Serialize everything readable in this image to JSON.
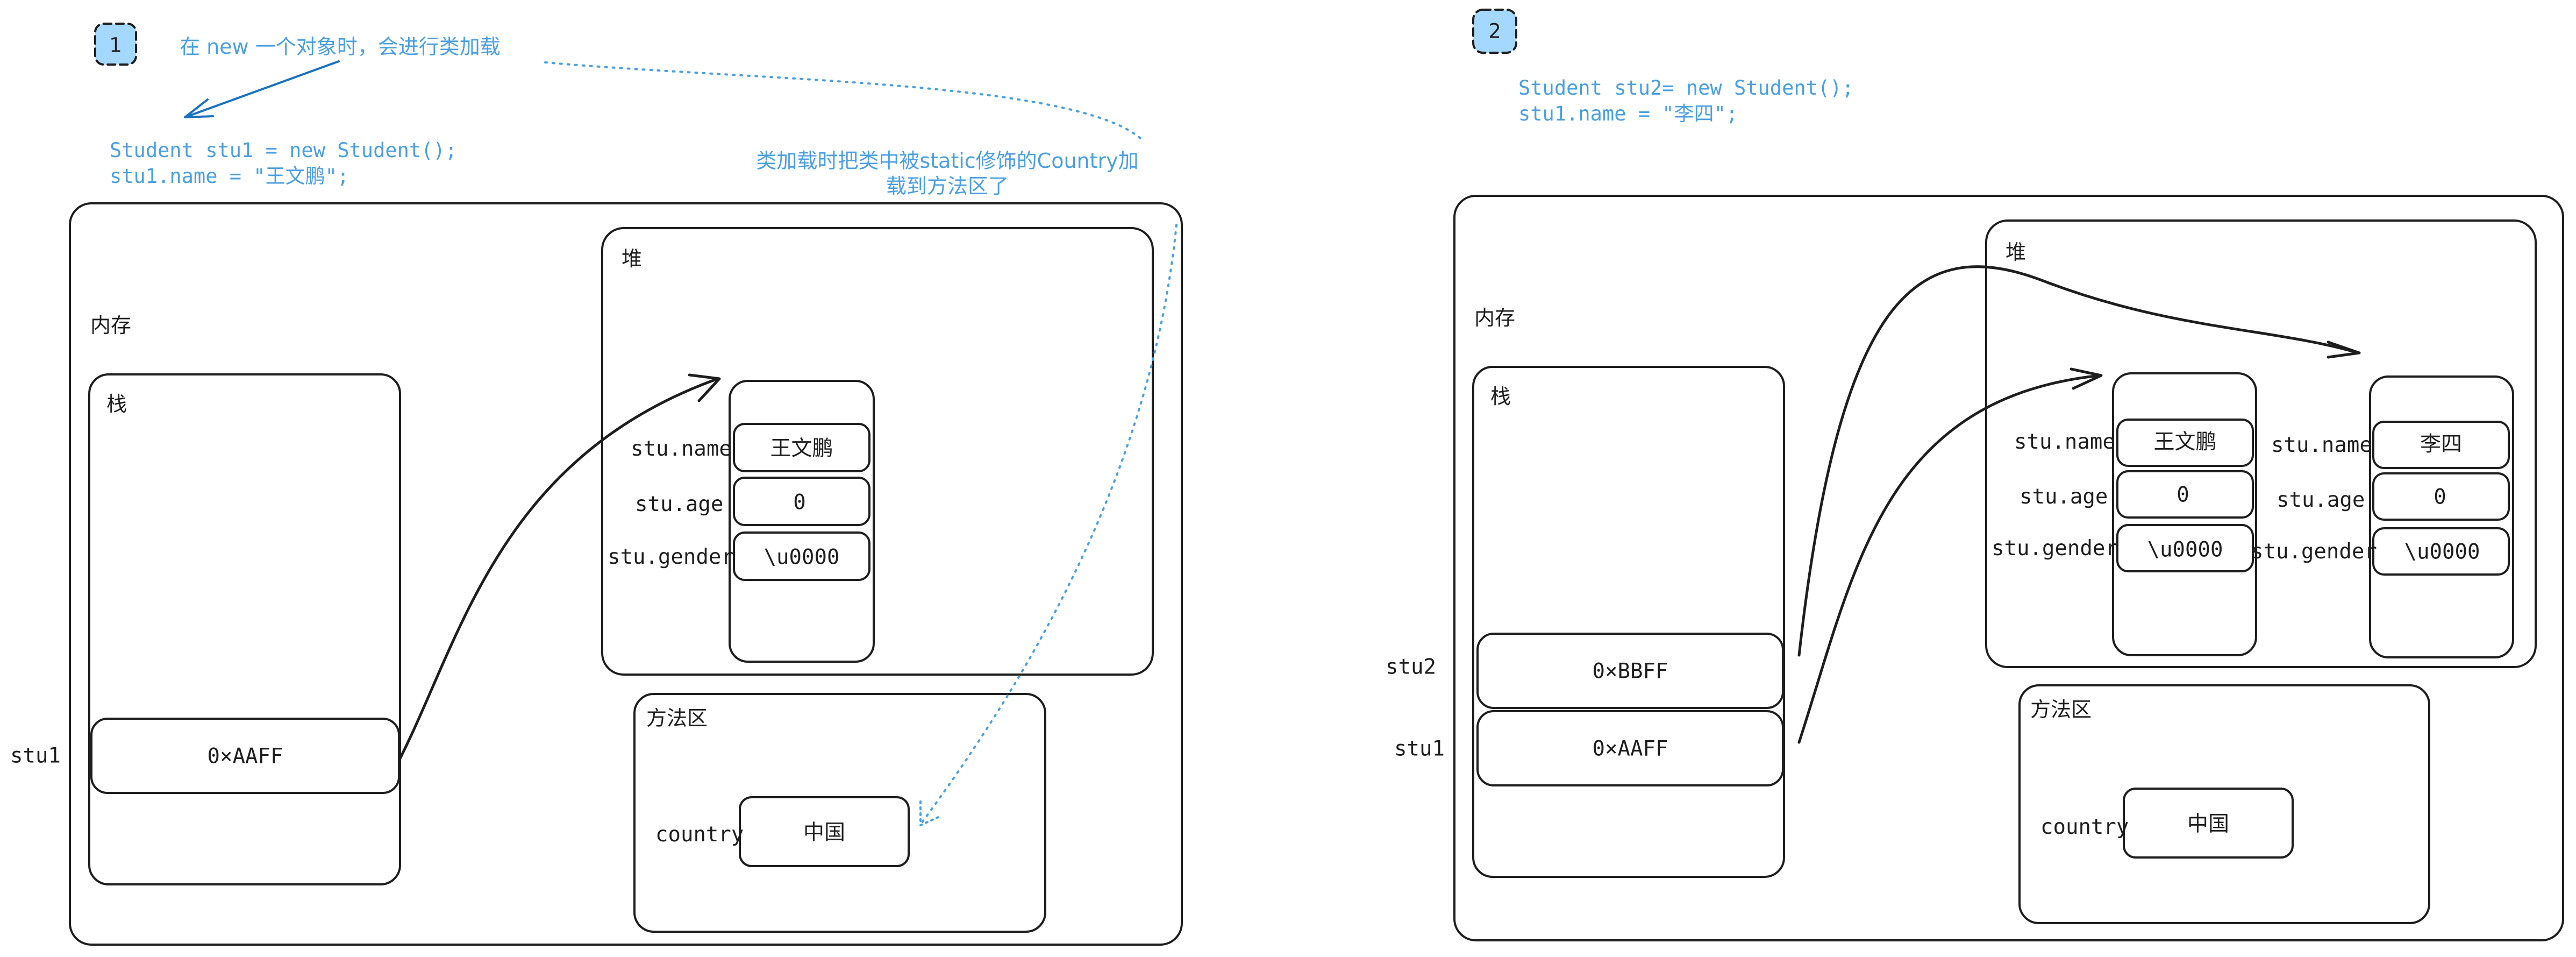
{
  "panel1": {
    "badge": "1",
    "annotation": "在 new 一个对象时，会进行类加载",
    "code_line1": "Student stu1 = new Student();",
    "code_line2": "stu1.name = \"王文鹏\";",
    "static_note_line1": "类加载时把类中被static修饰的Country加",
    "static_note_line2": "载到方法区了",
    "memory_label": "内存",
    "stack_label": "栈",
    "heap_label": "堆",
    "method_area_label": "方法区",
    "stack_var": "stu1",
    "stack_value": "0×AAFF",
    "object": {
      "fields": [
        {
          "name": "stu.name",
          "value": "王文鹏"
        },
        {
          "name": "stu.age",
          "value": "0"
        },
        {
          "name": "stu.gender",
          "value": "\\u0000"
        }
      ]
    },
    "static_field": {
      "name": "country",
      "value": "中国"
    }
  },
  "panel2": {
    "badge": "2",
    "code_line1": "Student stu2= new Student();",
    "code_line2": "stu1.name = \"李四\";",
    "memory_label": "内存",
    "stack_label": "栈",
    "heap_label": "堆",
    "method_area_label": "方法区",
    "stack_vars": [
      {
        "name": "stu2",
        "value": "0×BBFF"
      },
      {
        "name": "stu1",
        "value": "0×AAFF"
      }
    ],
    "objects": [
      {
        "fields": [
          {
            "name": "stu.name",
            "value": "王文鹏"
          },
          {
            "name": "stu.age",
            "value": "0"
          },
          {
            "name": "stu.gender",
            "value": "\\u0000"
          }
        ]
      },
      {
        "fields": [
          {
            "name": "stu.name",
            "value": "李四"
          },
          {
            "name": "stu.age",
            "value": "0"
          },
          {
            "name": "stu.gender",
            "value": "\\u0000"
          }
        ]
      }
    ],
    "static_field": {
      "name": "country",
      "value": "中国"
    }
  },
  "colors": {
    "stroke": "#1e1e1e",
    "annotation_blue": "#4a9fe0",
    "arrow_blue": "#1971c2",
    "badge_fill": "#a5d8ff"
  }
}
